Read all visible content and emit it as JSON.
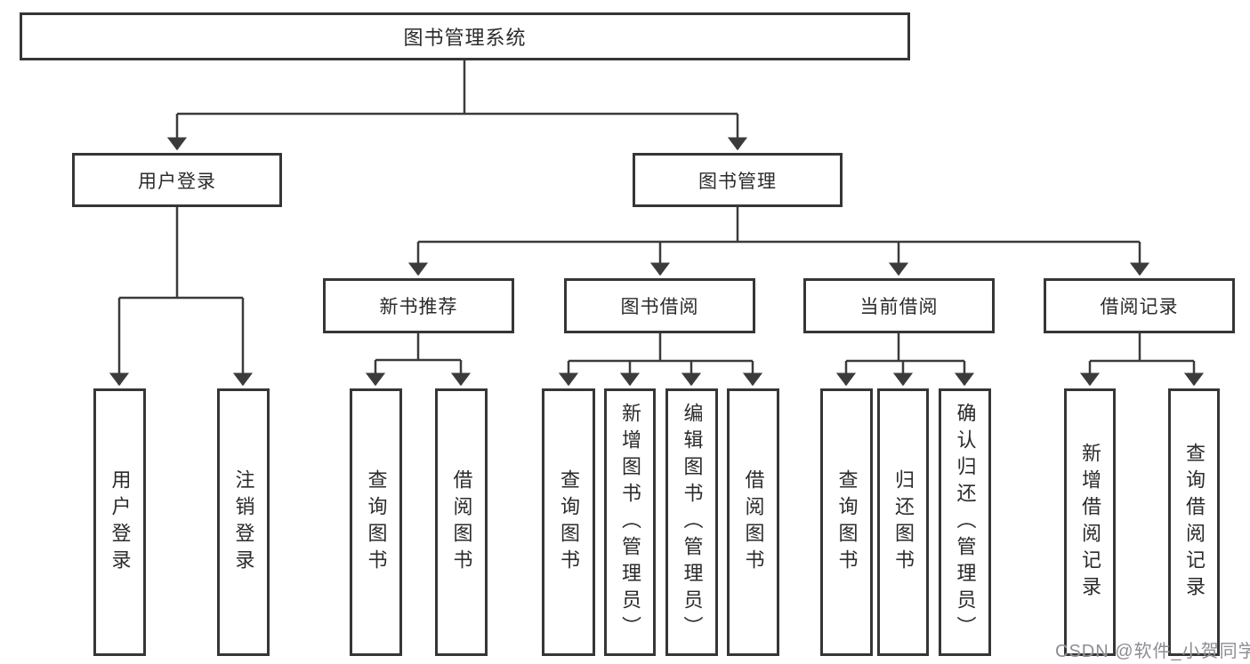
{
  "diagram": {
    "root": {
      "label": "图书管理系统"
    },
    "level2": [
      {
        "label": "用户登录"
      },
      {
        "label": "图书管理"
      }
    ],
    "level3": [
      {
        "label": "新书推荐"
      },
      {
        "label": "图书借阅"
      },
      {
        "label": "当前借阅"
      },
      {
        "label": "借阅记录"
      }
    ],
    "leaves": {
      "user_login": [
        {
          "label": "用户登录"
        },
        {
          "label": "注销登录"
        }
      ],
      "new_book": [
        {
          "label": "查询图书"
        },
        {
          "label": "借阅图书"
        }
      ],
      "book_borrow": [
        {
          "label": "查询图书"
        },
        {
          "label": "新增图书（管理员）"
        },
        {
          "label": "编辑图书（管理员）"
        },
        {
          "label": "借阅图书"
        }
      ],
      "current_borrow": [
        {
          "label": "查询图书"
        },
        {
          "label": "归还图书"
        },
        {
          "label": "确认归还（管理员）"
        }
      ],
      "borrow_record": [
        {
          "label": "新增借阅记录"
        },
        {
          "label": "查询借阅记录"
        }
      ]
    }
  },
  "watermark": {
    "text": "CSDN @软件_小贺同学"
  },
  "colors": {
    "line": "#3b3b3b",
    "border": "#363636",
    "text": "#2b2b2b",
    "watermark": "#8d8d93",
    "background": "#ffffff"
  }
}
